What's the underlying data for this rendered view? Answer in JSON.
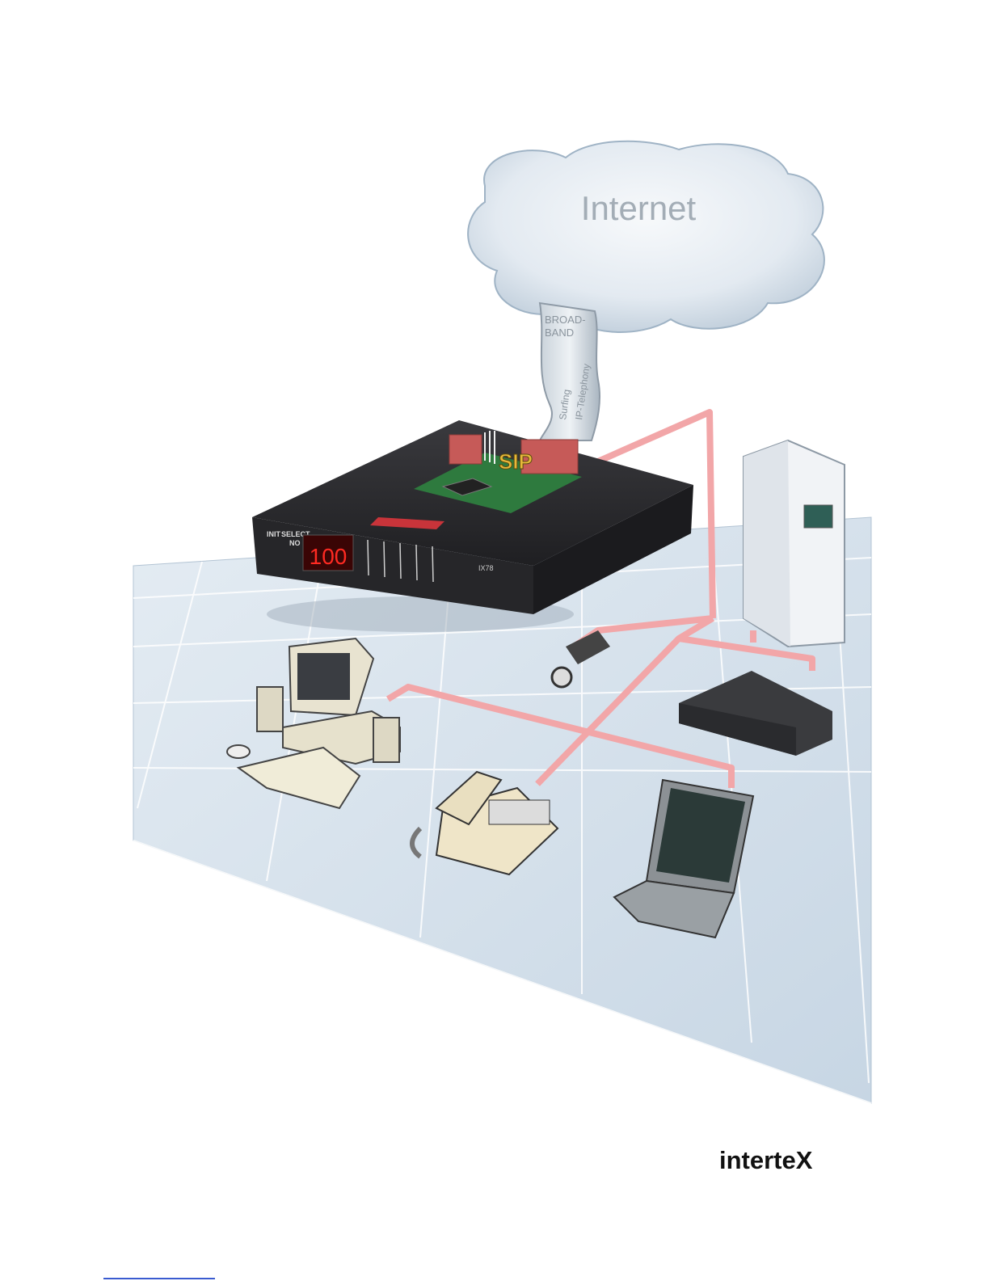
{
  "cloud": {
    "title": "Internet"
  },
  "connection": {
    "line1": "BROAD-",
    "line2": "BAND",
    "use1": "Surfing",
    "use2": "IP-Telephony"
  },
  "gateway": {
    "protocol": "SIP",
    "display": "100",
    "button1": "INIT",
    "button2": "SELECT",
    "button3": "NO",
    "model": "IX78"
  },
  "brand": {
    "logo": "interteX"
  },
  "colors": {
    "cable": "#f2a6a8",
    "floor": "#cfdce8",
    "cloud": "#cdd9e5",
    "device": "#2f2f33"
  }
}
